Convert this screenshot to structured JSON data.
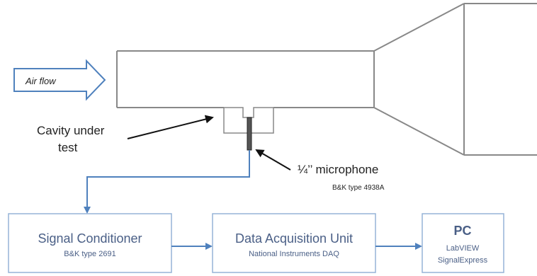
{
  "air_flow": {
    "label": "Air flow"
  },
  "cavity": {
    "label_line1": "Cavity under",
    "label_line2": "test"
  },
  "microphone": {
    "label": "¼’’ microphone",
    "model": "B&K type 4938A"
  },
  "signal_conditioner": {
    "title": "Signal Conditioner",
    "model": "B&K type 2691"
  },
  "daq": {
    "title": "Data Acquisition Unit",
    "subtitle": "National Instruments DAQ"
  },
  "pc": {
    "title": "PC",
    "software_line1": "LabVIEW",
    "software_line2": "SignalExpress"
  },
  "colors": {
    "duct": "#888888",
    "box_border": "#95b3d7",
    "connector": "#4f81bd",
    "box_text": "#4a5f86"
  }
}
